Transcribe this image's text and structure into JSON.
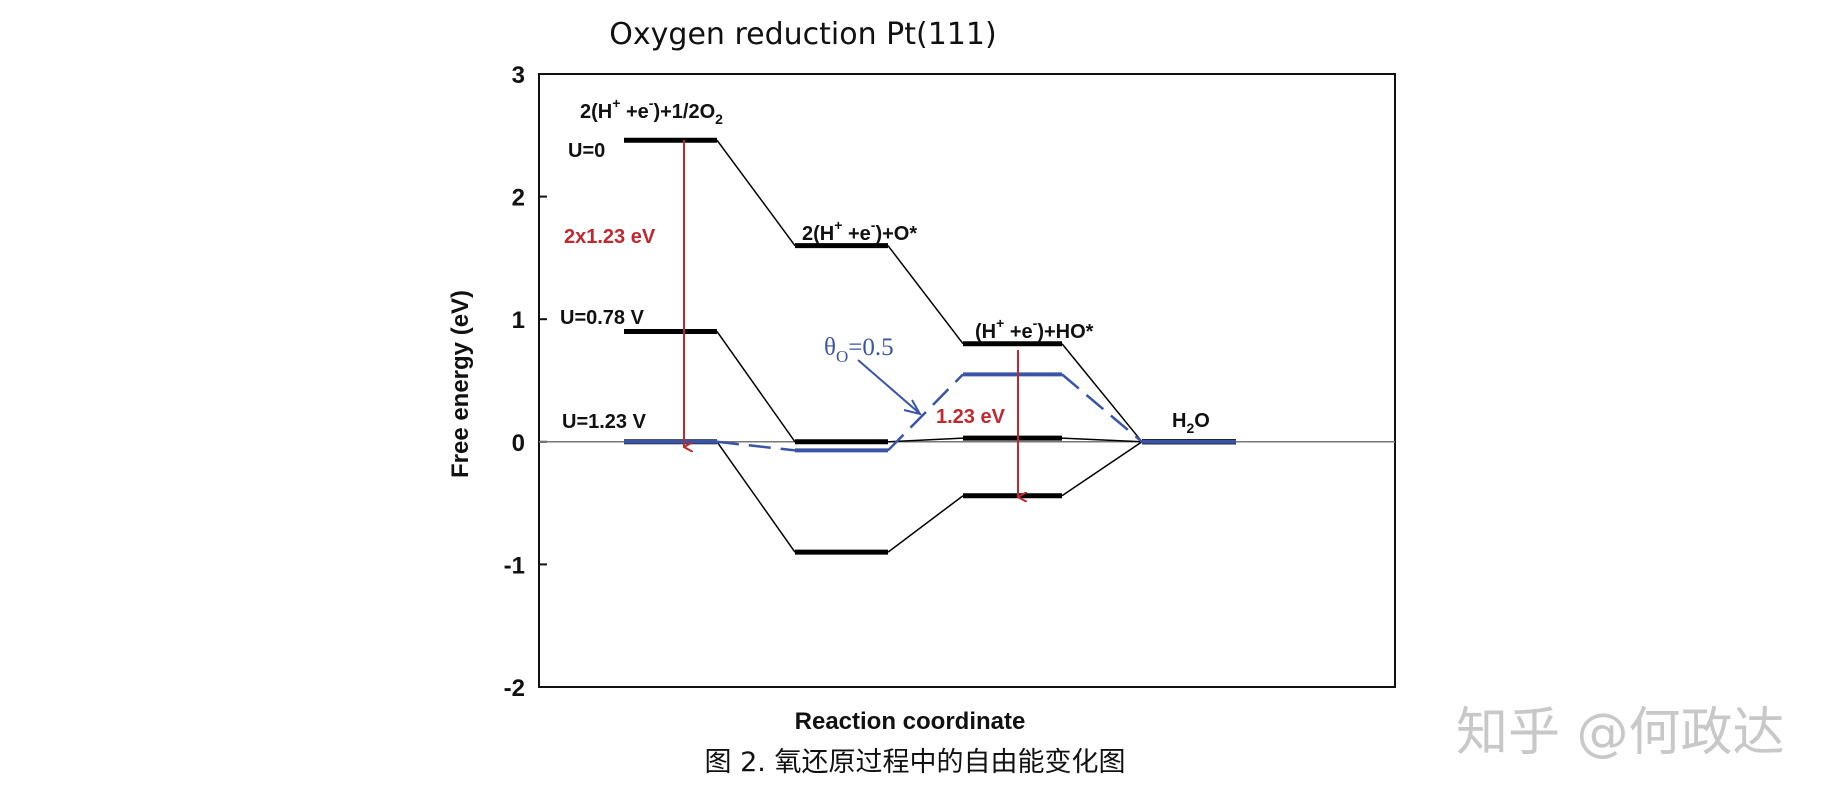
{
  "chart_data": {
    "type": "line",
    "title": "Oxygen reduction Pt(111)",
    "xlabel": "Reaction coordinate",
    "ylabel": "Free energy (eV)",
    "ylim": [
      -2,
      3
    ],
    "yticks": [
      "3",
      "2",
      "1",
      "0",
      "-1",
      "-2"
    ],
    "baseline_y": 0,
    "steps": [
      "2(H+ +e-)+1/2O2",
      "2(H+ +e-)+O*",
      "(H+ +e-)+HO*",
      "H2O"
    ],
    "series": [
      {
        "name": "U=0",
        "color": "#000000",
        "values": [
          2.46,
          1.6,
          0.8,
          0.0
        ]
      },
      {
        "name": "U=0.78 V",
        "color": "#000000",
        "values": [
          0.9,
          0.0,
          0.03,
          0.0
        ]
      },
      {
        "name": "U=1.23 V",
        "color": "#000000",
        "values": [
          0.0,
          -0.9,
          -0.44,
          0.0
        ]
      },
      {
        "name": "θO=0.5",
        "color": "#3a55a5",
        "dashed": true,
        "values": [
          0.0,
          -0.07,
          0.55,
          0.0
        ]
      }
    ],
    "state_labels": {
      "s0_main": "2(H",
      "s0_sup1": "+",
      "s0_mid": " +e",
      "s0_sup2": "-",
      "s0_end": ")+1/2O",
      "s0_sub": "2",
      "s1_main": "2(H",
      "s1_sup1": "+",
      "s1_mid": " +e",
      "s1_sup2": "-",
      "s1_end": ")+O*",
      "s2_main": "(H",
      "s2_sup1": "+",
      "s2_mid": " +e",
      "s2_sup2": "-",
      "s2_end": ")+HO*",
      "s3_main": "H",
      "s3_sub": "2",
      "s3_end": "O"
    },
    "annotations": {
      "u0": "U=0",
      "u078": "U=0.78 V",
      "u123": "U=1.23 V",
      "big_arrow": "2x1.23 eV",
      "small_arrow": "1.23 eV",
      "theta_symbol": "θ",
      "theta_sub": "O",
      "theta_value": "=0.5"
    }
  },
  "caption": "图 2. 氧还原过程中的自由能变化图",
  "watermark": "知乎 @何政达"
}
